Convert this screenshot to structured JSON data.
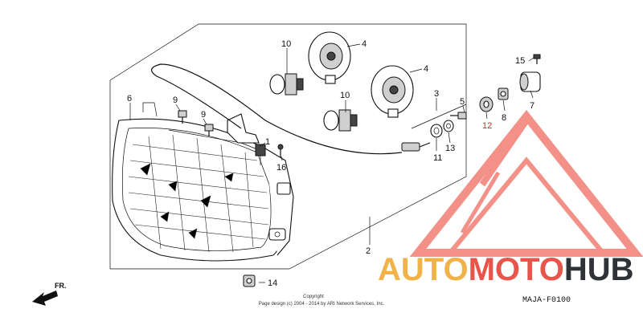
{
  "diagram": {
    "callouts": {
      "p2": "2",
      "p3": "3",
      "p4a": "4",
      "p4b": "4",
      "p5": "5",
      "p6": "6",
      "p7": "7",
      "p8": "8",
      "p9a": "9",
      "p9b": "9",
      "p10a": "10",
      "p10b": "10",
      "p11": "11",
      "p12": "12",
      "p13": "13",
      "p14": "14",
      "p15": "15",
      "p16": "16",
      "p1": "1"
    },
    "direction_label": "FR.",
    "drawing_code": "MAJA-F0100",
    "copyright_line1": "Copyright",
    "copyright_line2": "Page design (c) 2004 - 2014 by ARI Network Services, Inc."
  },
  "watermark": {
    "part1": "AUTO",
    "part2": "MOTO",
    "part3": "HUB",
    "color_orange": "#f2b24a",
    "color_red": "#e8554a",
    "color_dark": "#2f3237"
  }
}
